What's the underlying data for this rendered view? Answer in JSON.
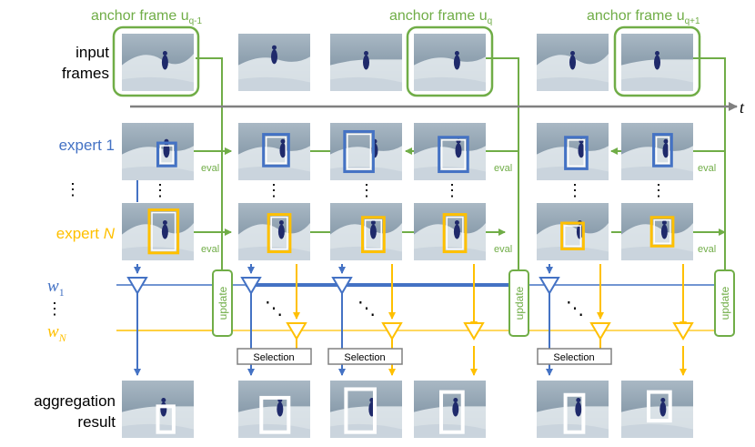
{
  "labels": {
    "anchor_prefix": "anchor frame u",
    "anchor_subs": [
      "q-1",
      "q",
      "q+1"
    ],
    "input_frames_line1": "input",
    "input_frames_line2": "frames",
    "time_axis": "t",
    "expert_1": "expert 1",
    "expert_n_word": "expert ",
    "expert_n_italic": "N",
    "weight_1": "w",
    "weight_1_sub": "1",
    "weight_n": "w",
    "weight_n_sub": "N",
    "eval": "eval",
    "update": "update",
    "selection": "Selection",
    "aggregation_line1": "aggregation",
    "aggregation_line2": "result",
    "vdots": "⋮",
    "ddots": "⋱"
  },
  "colors": {
    "green": "#70ad47",
    "blue": "#4472c4",
    "yellow": "#ffc000",
    "gray_axis": "#808080",
    "black": "#000000",
    "sea": "#8c9fae",
    "wave": "#e8edf1",
    "surfer": "#1f2a6b",
    "box_white": "#ffffff"
  }
}
